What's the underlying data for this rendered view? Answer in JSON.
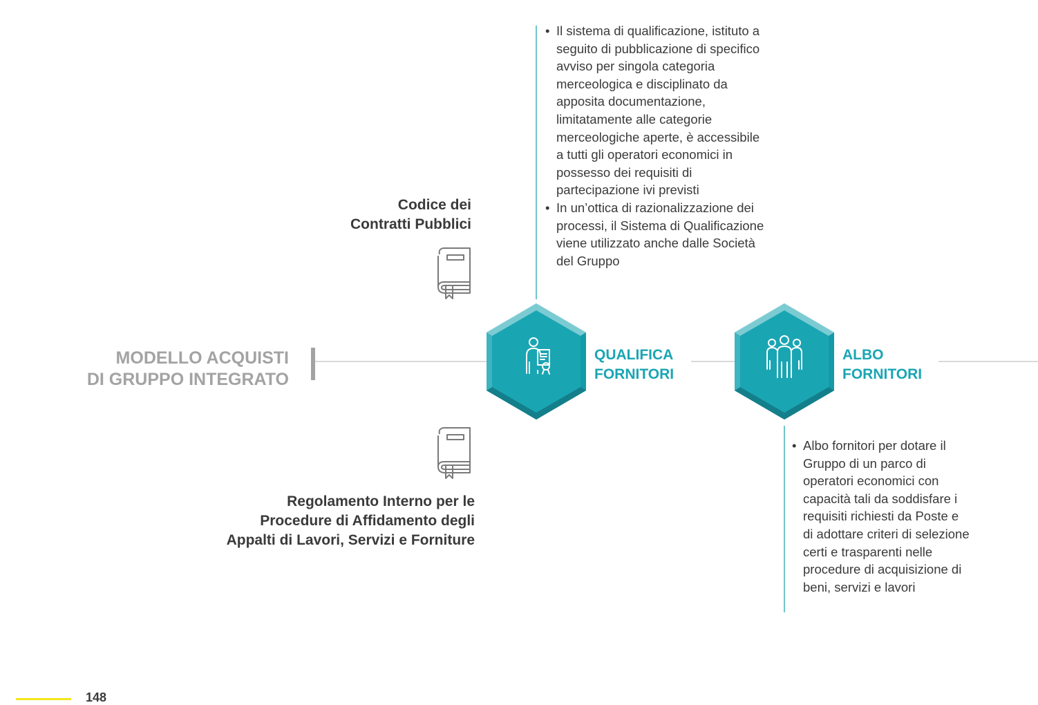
{
  "model_title": {
    "line1": "MODELLO ACQUISTI",
    "line2": "DI GRUPPO INTEGRATO"
  },
  "codice": {
    "line1": "Codice dei",
    "line2": "Contratti Pubblici"
  },
  "regolamento": {
    "line1": "Regolamento Interno per le",
    "line2": "Procedure di Affidamento degli",
    "line3": "Appalti di Lavori, Servizi e Forniture"
  },
  "qualifica": {
    "label_line1": "QUALIFICA",
    "label_line2": "FORNITORI",
    "bullets": [
      "Il sistema di qualificazione, istituto a seguito di pubblicazione di specifico avviso per singola categoria merceologica e disciplinato da apposita documentazione, limitatamente alle categorie merceologiche aperte, è accessibile a tutti gli operatori economici in possesso dei requisiti di partecipazione ivi previsti",
      "In un’ottica di razionalizzazione dei processi, il Sistema di Qualificazione viene utilizzato anche dalle Società del Gruppo"
    ]
  },
  "albo": {
    "label_line1": "ALBO",
    "label_line2": "FORNITORI",
    "bullets": [
      "Albo fornitori per dotare il Gruppo di un parco di operatori economici con capacità tali da soddisfare i requisiti richiesti da Poste e di adottare criteri di selezione certi e trasparenti nelle procedure di acquisizione di beni, servizi e lavori"
    ]
  },
  "icons": {
    "book": "book-icon",
    "qualified_person": "person-certificate-icon",
    "group": "people-group-icon"
  },
  "colors": {
    "teal": "#1aa5b3",
    "teal_dark": "#137f8a",
    "teal_light": "#7ccbd3",
    "gray_title": "#a3a3a3",
    "accent_yellow": "#f4e51a"
  },
  "page_number": "148"
}
